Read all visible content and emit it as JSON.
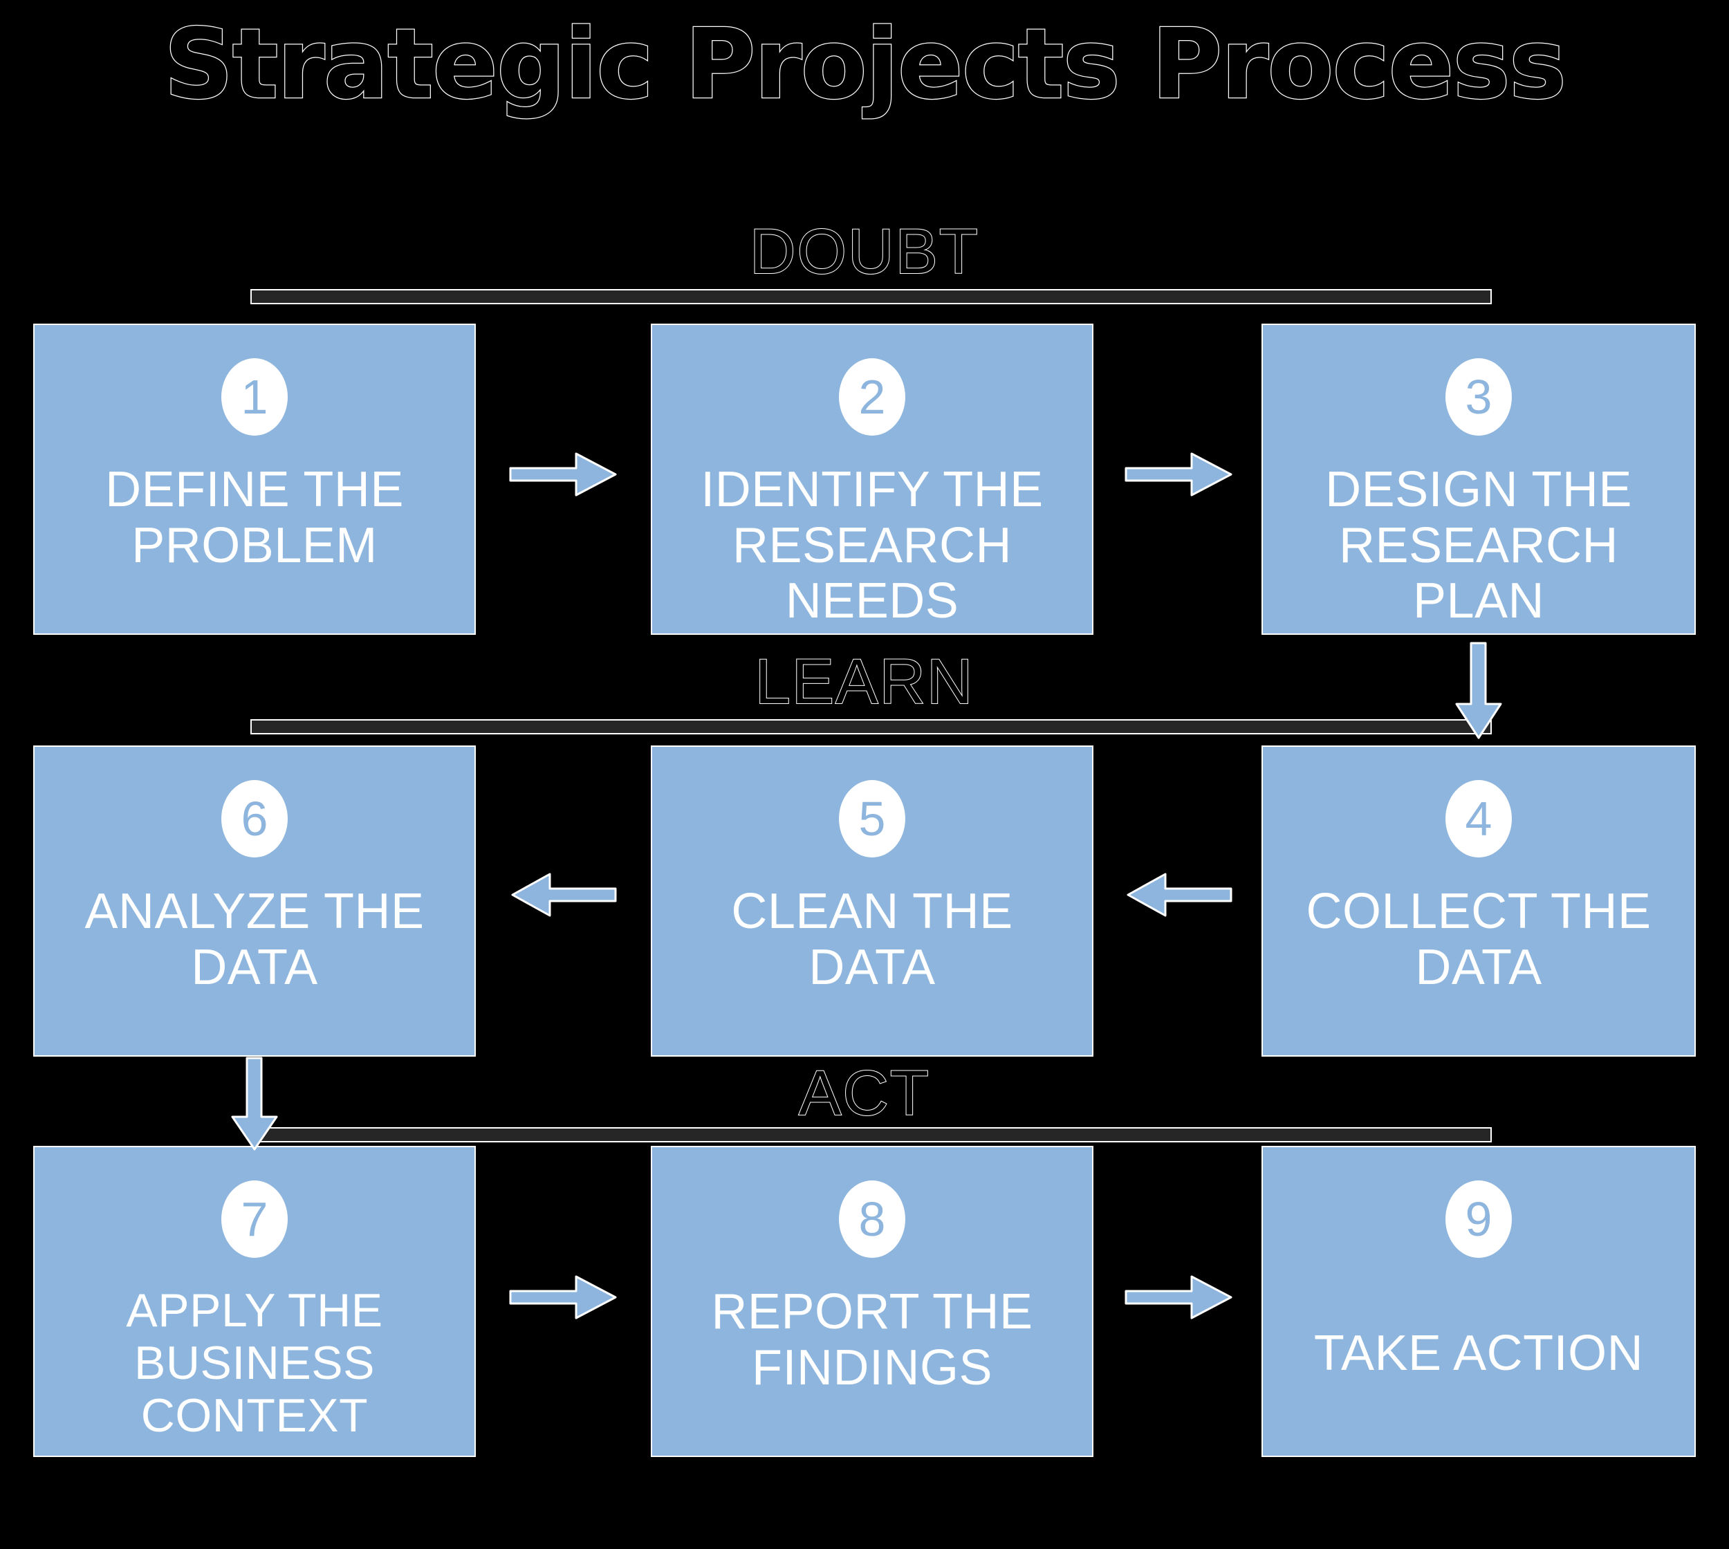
{
  "title": "Strategic Projects Process",
  "colors": {
    "background": "#000000",
    "box_fill": "#8db5dd",
    "box_stroke": "#ffffff",
    "badge_fill": "#ffffff",
    "badge_text": "#8db5dd",
    "label_text": "#ffffff",
    "rule_fill": "#262626",
    "rule_stroke": "#ffffff",
    "arrow_fill": "#8db5dd",
    "arrow_stroke": "#ffffff",
    "outline_text_stroke": "#ffffff"
  },
  "bands": [
    {
      "id": "doubt",
      "label": "DOUBT"
    },
    {
      "id": "learn",
      "label": "LEARN"
    },
    {
      "id": "act",
      "label": "ACT"
    }
  ],
  "steps": [
    {
      "number": "1",
      "label": "DEFINE THE\nPROBLEM",
      "band": "DOUBT",
      "row": 1,
      "col": 1
    },
    {
      "number": "2",
      "label": "IDENTIFY THE\nRESEARCH NEEDS",
      "band": "DOUBT",
      "row": 1,
      "col": 2
    },
    {
      "number": "3",
      "label": "DESIGN THE\nRESEARCH PLAN",
      "band": "DOUBT",
      "row": 1,
      "col": 3
    },
    {
      "number": "4",
      "label": "COLLECT THE\nDATA",
      "band": "LEARN",
      "row": 2,
      "col": 3
    },
    {
      "number": "5",
      "label": "CLEAN THE\nDATA",
      "band": "LEARN",
      "row": 2,
      "col": 2
    },
    {
      "number": "6",
      "label": "ANALYZE THE\nDATA",
      "band": "LEARN",
      "row": 2,
      "col": 1
    },
    {
      "number": "7",
      "label": "APPLY THE\nBUSINESS CONTEXT",
      "band": "ACT",
      "row": 3,
      "col": 1
    },
    {
      "number": "8",
      "label": "REPORT THE\nFINDINGS",
      "band": "ACT",
      "row": 3,
      "col": 2
    },
    {
      "number": "9",
      "label": "TAKE ACTION",
      "band": "ACT",
      "row": 3,
      "col": 3
    }
  ],
  "connectors": [
    {
      "name": "arrow-1-to-2",
      "direction": "right"
    },
    {
      "name": "arrow-2-to-3",
      "direction": "right"
    },
    {
      "name": "arrow-3-to-4",
      "direction": "down"
    },
    {
      "name": "arrow-4-to-5",
      "direction": "left"
    },
    {
      "name": "arrow-5-to-6",
      "direction": "left"
    },
    {
      "name": "arrow-6-to-7",
      "direction": "down"
    },
    {
      "name": "arrow-7-to-8",
      "direction": "right"
    },
    {
      "name": "arrow-8-to-9",
      "direction": "right"
    }
  ]
}
